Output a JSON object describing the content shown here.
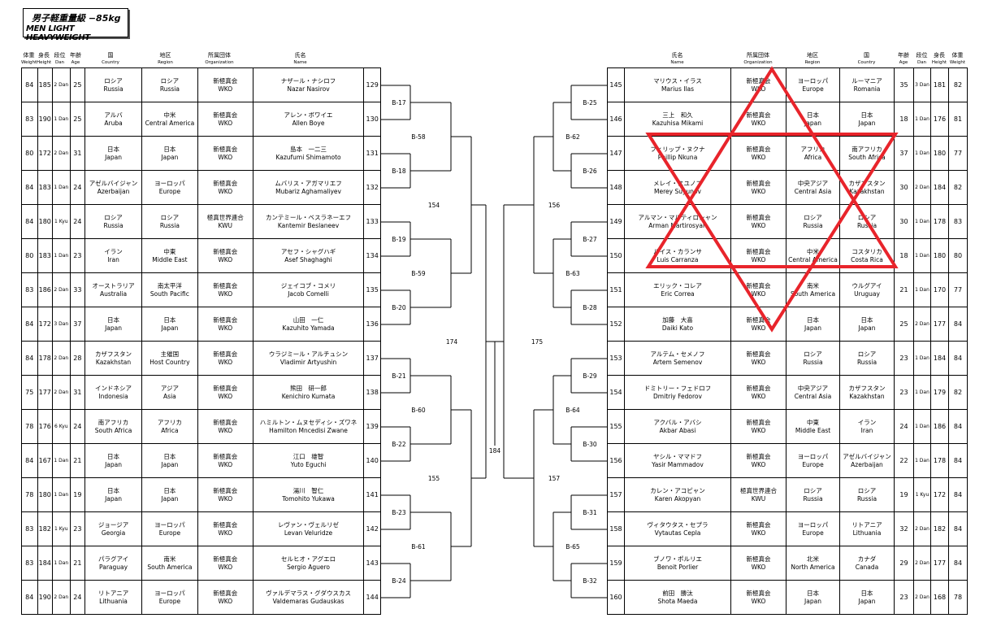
{
  "title": {
    "jp": "男子軽重量級 −85kg",
    "en": "MEN LIGHT HEAVYWEIGHT"
  },
  "headers": {
    "left": [
      {
        "jp": "体重",
        "en": "Weight"
      },
      {
        "jp": "身長",
        "en": "Height"
      },
      {
        "jp": "段位",
        "en": "Dan"
      },
      {
        "jp": "年齢",
        "en": "Age"
      },
      {
        "jp": "国",
        "en": "Country"
      },
      {
        "jp": "地区",
        "en": "Region"
      },
      {
        "jp": "所属団体",
        "en": "Organization"
      },
      {
        "jp": "氏名",
        "en": "Name"
      }
    ],
    "right": [
      {
        "jp": "氏名",
        "en": "Name"
      },
      {
        "jp": "所属団体",
        "en": "Organization"
      },
      {
        "jp": "地区",
        "en": "Region"
      },
      {
        "jp": "国",
        "en": "Country"
      },
      {
        "jp": "年齢",
        "en": "Age"
      },
      {
        "jp": "段位",
        "en": "Dan"
      },
      {
        "jp": "身長",
        "en": "Height"
      },
      {
        "jp": "体重",
        "en": "Weight"
      }
    ]
  },
  "left_athletes": [
    {
      "weight": "84",
      "height": "185",
      "dan": "2 Dan",
      "age": "25",
      "country_jp": "ロシア",
      "country_en": "Russia",
      "region_jp": "ロシア",
      "region_en": "Russia",
      "org_jp": "新極真会",
      "org_en": "WKO",
      "name_jp": "ナザール・ナシロフ",
      "name_en": "Nazar Nasirov",
      "num": "129"
    },
    {
      "weight": "83",
      "height": "190",
      "dan": "1 Dan",
      "age": "25",
      "country_jp": "アルバ",
      "country_en": "Aruba",
      "region_jp": "中米",
      "region_en": "Central America",
      "org_jp": "新極真会",
      "org_en": "WKO",
      "name_jp": "アレン・ボワイエ",
      "name_en": "Allen Boye",
      "num": "130"
    },
    {
      "weight": "80",
      "height": "172",
      "dan": "2 Dan",
      "age": "31",
      "country_jp": "日本",
      "country_en": "Japan",
      "region_jp": "日本",
      "region_en": "Japan",
      "org_jp": "新極真会",
      "org_en": "WKO",
      "name_jp": "島本　一二三",
      "name_en": "Kazufumi Shimamoto",
      "num": "131"
    },
    {
      "weight": "84",
      "height": "183",
      "dan": "1 Dan",
      "age": "24",
      "country_jp": "アゼルバイジャン",
      "country_en": "Azerbaijan",
      "region_jp": "ヨーロッパ",
      "region_en": "Europe",
      "org_jp": "新極真会",
      "org_en": "WKO",
      "name_jp": "ムバリス・アガマリエフ",
      "name_en": "Mubariz Aghamaliyev",
      "num": "132"
    },
    {
      "weight": "84",
      "height": "180",
      "dan": "1 Kyu",
      "age": "24",
      "country_jp": "ロシア",
      "country_en": "Russia",
      "region_jp": "ロシア",
      "region_en": "Russia",
      "org_jp": "極真世界連合",
      "org_en": "KWU",
      "name_jp": "カンテミール・ベスラネーエフ",
      "name_en": "Kantemir Beslaneev",
      "num": "133"
    },
    {
      "weight": "80",
      "height": "183",
      "dan": "1 Dan",
      "age": "23",
      "country_jp": "イラン",
      "country_en": "Iran",
      "region_jp": "中東",
      "region_en": "Middle East",
      "org_jp": "新極真会",
      "org_en": "WKO",
      "name_jp": "アセフ・シャグハギ",
      "name_en": "Asef Shaghaghi",
      "num": "134"
    },
    {
      "weight": "83",
      "height": "186",
      "dan": "2 Dan",
      "age": "33",
      "country_jp": "オーストラリア",
      "country_en": "Australia",
      "region_jp": "南太平洋",
      "region_en": "South Pacific",
      "org_jp": "新極真会",
      "org_en": "WKO",
      "name_jp": "ジェイコブ・コメリ",
      "name_en": "Jacob Comelli",
      "num": "135"
    },
    {
      "weight": "84",
      "height": "172",
      "dan": "3 Dan",
      "age": "37",
      "country_jp": "日本",
      "country_en": "Japan",
      "region_jp": "日本",
      "region_en": "Japan",
      "org_jp": "新極真会",
      "org_en": "WKO",
      "name_jp": "山田　一仁",
      "name_en": "Kazuhito Yamada",
      "num": "136"
    },
    {
      "weight": "84",
      "height": "178",
      "dan": "2 Dan",
      "age": "28",
      "country_jp": "カザフスタン",
      "country_en": "Kazakhstan",
      "region_jp": "主催国",
      "region_en": "Host Country",
      "org_jp": "新極真会",
      "org_en": "WKO",
      "name_jp": "ウラジミール・アルチュシン",
      "name_en": "Vladimir Artyushin",
      "num": "137"
    },
    {
      "weight": "75",
      "height": "177",
      "dan": "2 Dan",
      "age": "31",
      "country_jp": "インドネシア",
      "country_en": "Indonesia",
      "region_jp": "アジア",
      "region_en": "Asia",
      "org_jp": "新極真会",
      "org_en": "WKO",
      "name_jp": "熊田　研一郎",
      "name_en": "Kenichiro Kumata",
      "num": "138"
    },
    {
      "weight": "78",
      "height": "176",
      "dan": "6 Kyu",
      "age": "24",
      "country_jp": "南アフリカ",
      "country_en": "South Africa",
      "region_jp": "アフリカ",
      "region_en": "Africa",
      "org_jp": "新極真会",
      "org_en": "WKO",
      "name_jp": "ハミルトン・ムヌセディシ・ズワネ",
      "name_en": "Hamilton Mncedisi Zwane",
      "num": "139"
    },
    {
      "weight": "84",
      "height": "167",
      "dan": "1 Dan",
      "age": "21",
      "country_jp": "日本",
      "country_en": "Japan",
      "region_jp": "日本",
      "region_en": "Japan",
      "org_jp": "新極真会",
      "org_en": "WKO",
      "name_jp": "江口　雄智",
      "name_en": "Yuto Eguchi",
      "num": "140"
    },
    {
      "weight": "78",
      "height": "180",
      "dan": "1 Dan",
      "age": "19",
      "country_jp": "日本",
      "country_en": "Japan",
      "region_jp": "日本",
      "region_en": "Japan",
      "org_jp": "新極真会",
      "org_en": "WKO",
      "name_jp": "湯川　智仁",
      "name_en": "Tomohito Yukawa",
      "num": "141"
    },
    {
      "weight": "83",
      "height": "182",
      "dan": "1 Kyu",
      "age": "23",
      "country_jp": "ジョージア",
      "country_en": "Georgia",
      "region_jp": "ヨーロッパ",
      "region_en": "Europe",
      "org_jp": "新極真会",
      "org_en": "WKO",
      "name_jp": "レヴァン・ヴェルリゼ",
      "name_en": "Levan Veluridze",
      "num": "142"
    },
    {
      "weight": "83",
      "height": "184",
      "dan": "1 Dan",
      "age": "21",
      "country_jp": "パラグアイ",
      "country_en": "Paraguay",
      "region_jp": "南米",
      "region_en": "South America",
      "org_jp": "新極真会",
      "org_en": "WKO",
      "name_jp": "セルヒオ・アグエロ",
      "name_en": "Sergio Aguero",
      "num": "143"
    },
    {
      "weight": "84",
      "height": "190",
      "dan": "2 Dan",
      "age": "24",
      "country_jp": "リトアニア",
      "country_en": "Lithuania",
      "region_jp": "ヨーロッパ",
      "region_en": "Europe",
      "org_jp": "新極真会",
      "org_en": "WKO",
      "name_jp": "ヴァルデマラス・グダウスカス",
      "name_en": "Valdemaras Gudauskas",
      "num": "144"
    }
  ],
  "right_athletes": [
    {
      "num": "145",
      "name_jp": "マリウス・イラス",
      "name_en": "Marius Ilas",
      "org_jp": "新極真会",
      "org_en": "WKO",
      "region_jp": "ヨーロッパ",
      "region_en": "Europe",
      "country_jp": "ルーマニア",
      "country_en": "Romania",
      "age": "35",
      "dan": "3 Dan",
      "height": "181",
      "weight": "82"
    },
    {
      "num": "146",
      "name_jp": "三上　和久",
      "name_en": "Kazuhisa Mikami",
      "org_jp": "新極真会",
      "org_en": "WKO",
      "region_jp": "日本",
      "region_en": "Japan",
      "country_jp": "日本",
      "country_en": "Japan",
      "age": "18",
      "dan": "1 Dan",
      "height": "176",
      "weight": "81"
    },
    {
      "num": "147",
      "name_jp": "フィリップ・ヌクナ",
      "name_en": "Phillip Nkuna",
      "org_jp": "新極真会",
      "org_en": "WKO",
      "region_jp": "アフリカ",
      "region_en": "Africa",
      "country_jp": "南アフリカ",
      "country_en": "South Africa",
      "age": "37",
      "dan": "1 Dan",
      "height": "180",
      "weight": "77"
    },
    {
      "num": "148",
      "name_jp": "メレイ・スユノフ",
      "name_en": "Merey Suyunov",
      "org_jp": "新極真会",
      "org_en": "WKO",
      "region_jp": "中央アジア",
      "region_en": "Central Asia",
      "country_jp": "カザフスタン",
      "country_en": "Kazakhstan",
      "age": "30",
      "dan": "2 Dan",
      "height": "184",
      "weight": "82"
    },
    {
      "num": "149",
      "name_jp": "アルマン・マルティロシャン",
      "name_en": "Arman Martirosyan",
      "org_jp": "新極真会",
      "org_en": "WKO",
      "region_jp": "ロシア",
      "region_en": "Russia",
      "country_jp": "ロシア",
      "country_en": "Russia",
      "age": "30",
      "dan": "1 Dan",
      "height": "178",
      "weight": "83"
    },
    {
      "num": "150",
      "name_jp": "ルイス・カランサ",
      "name_en": "Luis Carranza",
      "org_jp": "新極真会",
      "org_en": "WKO",
      "region_jp": "中米",
      "region_en": "Central America",
      "country_jp": "コスタリカ",
      "country_en": "Costa Rica",
      "age": "18",
      "dan": "1 Dan",
      "height": "180",
      "weight": "80"
    },
    {
      "num": "151",
      "name_jp": "エリック・コレア",
      "name_en": "Eric Correa",
      "org_jp": "新極真会",
      "org_en": "WKO",
      "region_jp": "南米",
      "region_en": "South America",
      "country_jp": "ウルグアイ",
      "country_en": "Uruguay",
      "age": "21",
      "dan": "1 Dan",
      "height": "170",
      "weight": "77"
    },
    {
      "num": "152",
      "name_jp": "加藤　大喜",
      "name_en": "Daiki Kato",
      "org_jp": "新極真会",
      "org_en": "WKO",
      "region_jp": "日本",
      "region_en": "Japan",
      "country_jp": "日本",
      "country_en": "Japan",
      "age": "25",
      "dan": "2 Dan",
      "height": "177",
      "weight": "84"
    },
    {
      "num": "153",
      "name_jp": "アルテム・セメノフ",
      "name_en": "Artem Semenov",
      "org_jp": "新極真会",
      "org_en": "WKO",
      "region_jp": "ロシア",
      "region_en": "Russia",
      "country_jp": "ロシア",
      "country_en": "Russia",
      "age": "23",
      "dan": "1 Dan",
      "height": "184",
      "weight": "84"
    },
    {
      "num": "154",
      "name_jp": "ドミトリー・フェドロフ",
      "name_en": "Dmitriy Fedorov",
      "org_jp": "新極真会",
      "org_en": "WKO",
      "region_jp": "中央アジア",
      "region_en": "Central Asia",
      "country_jp": "カザフスタン",
      "country_en": "Kazakhstan",
      "age": "23",
      "dan": "1 Dan",
      "height": "179",
      "weight": "82"
    },
    {
      "num": "155",
      "name_jp": "アクバル・アバシ",
      "name_en": "Akbar Abasi",
      "org_jp": "新極真会",
      "org_en": "WKO",
      "region_jp": "中東",
      "region_en": "Middle East",
      "country_jp": "イラン",
      "country_en": "Iran",
      "age": "24",
      "dan": "1 Dan",
      "height": "186",
      "weight": "84"
    },
    {
      "num": "156",
      "name_jp": "ヤシル・ママドフ",
      "name_en": "Yasir Mammadov",
      "org_jp": "新極真会",
      "org_en": "WKO",
      "region_jp": "ヨーロッパ",
      "region_en": "Europe",
      "country_jp": "アゼルバイジャン",
      "country_en": "Azerbaijan",
      "age": "22",
      "dan": "1 Dan",
      "height": "178",
      "weight": "84"
    },
    {
      "num": "157",
      "name_jp": "カレン・アコピャン",
      "name_en": "Karen Akopyan",
      "org_jp": "極真世界連合",
      "org_en": "KWU",
      "region_jp": "ロシア",
      "region_en": "Russia",
      "country_jp": "ロシア",
      "country_en": "Russia",
      "age": "19",
      "dan": "1 Kyu",
      "height": "172",
      "weight": "84"
    },
    {
      "num": "158",
      "name_jp": "ヴィタウタス・セプラ",
      "name_en": "Vytautas Cepla",
      "org_jp": "新極真会",
      "org_en": "WKO",
      "region_jp": "ヨーロッパ",
      "region_en": "Europe",
      "country_jp": "リトアニア",
      "country_en": "Lithuania",
      "age": "32",
      "dan": "2 Dan",
      "height": "182",
      "weight": "84"
    },
    {
      "num": "159",
      "name_jp": "ブノワ・ポルリエ",
      "name_en": "Benoit Porlier",
      "org_jp": "新極真会",
      "org_en": "WKO",
      "region_jp": "北米",
      "region_en": "North America",
      "country_jp": "カナダ",
      "country_en": "Canada",
      "age": "29",
      "dan": "2 Dan",
      "height": "177",
      "weight": "84"
    },
    {
      "num": "160",
      "name_jp": "前田　勝汰",
      "name_en": "Shota Maeda",
      "org_jp": "新極真会",
      "org_en": "WKO",
      "region_jp": "日本",
      "region_en": "Japan",
      "country_jp": "日本",
      "country_en": "Japan",
      "age": "23",
      "dan": "2 Dan",
      "height": "168",
      "weight": "78"
    }
  ],
  "bracket": {
    "left_r1": [
      "B-17",
      "B-18",
      "B-19",
      "B-20",
      "B-21",
      "B-22",
      "B-23",
      "B-24"
    ],
    "left_r2": [
      "B-58",
      "B-59",
      "B-60",
      "B-61"
    ],
    "left_r3": [
      "154",
      "155"
    ],
    "left_r4": "174",
    "final": "184",
    "right_r4": "175",
    "right_r3": [
      "156",
      "157"
    ],
    "right_r2": [
      "B-62",
      "B-63",
      "B-64",
      "B-65"
    ],
    "right_r1": [
      "B-25",
      "B-26",
      "B-27",
      "B-28",
      "B-29",
      "B-30",
      "B-31",
      "B-32"
    ]
  },
  "overlay": {
    "shape": "star-of-david",
    "color": "#e8242b"
  }
}
